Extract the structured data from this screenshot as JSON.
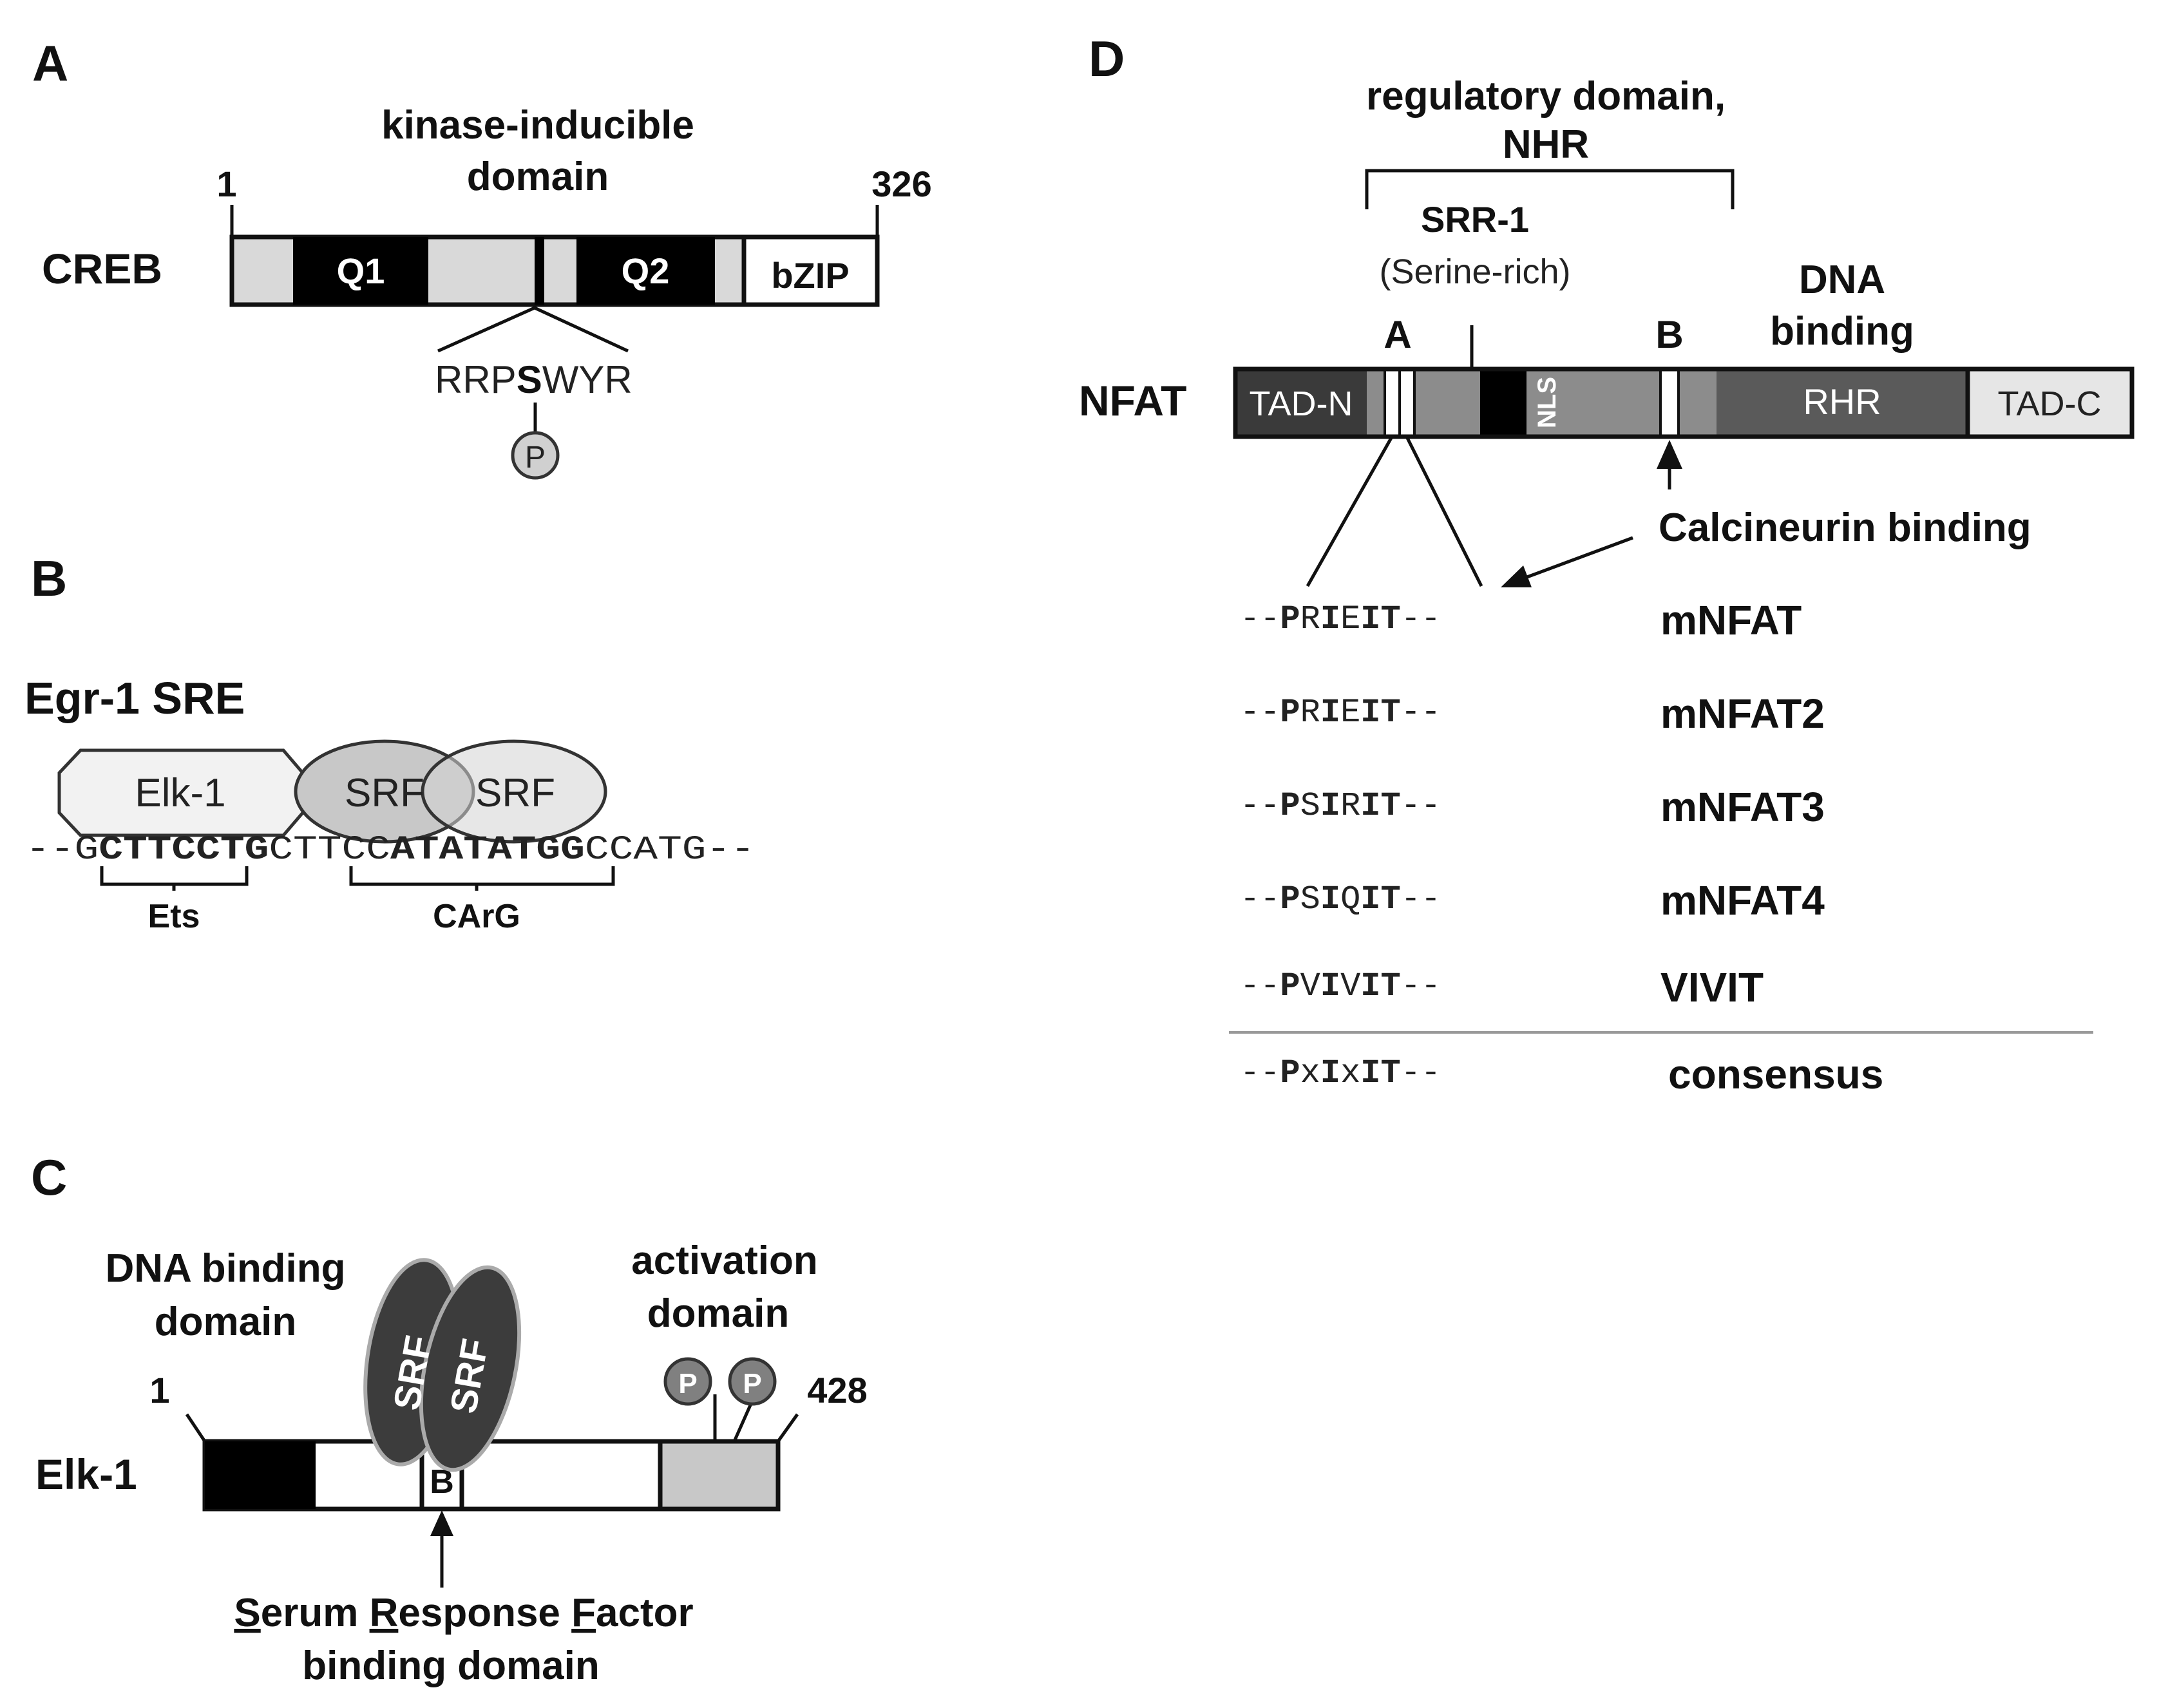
{
  "panelA": {
    "letter": "A",
    "title_line1": "kinase-inducible",
    "title_line2": "domain",
    "protein": "CREB",
    "start": "1",
    "end": "326",
    "seg_q1": "Q1",
    "seg_q2": "Q2",
    "seg_bzip": "bZIP",
    "motif_pre": "RRP",
    "motif_s": "S",
    "motif_post": "WYR",
    "phospho": "P"
  },
  "panelB": {
    "letter": "B",
    "title": "Egr-1 SRE",
    "elk": "Elk-1",
    "srf1": "SRF",
    "srf2": "SRF",
    "seq_prefix": "--",
    "seq_g1": "G",
    "seq_ets": "CTTCCTG",
    "seq_mid": "CTTC",
    "seq_c2": "C",
    "seq_carg": "ATATATGG",
    "seq_c3": "C",
    "seq_tail": "CATG--",
    "label_ets": "Ets",
    "label_carg": "CArG"
  },
  "panelC": {
    "letter": "C",
    "dbd_line1": "DNA binding",
    "dbd_line2": "domain",
    "act_line1": "activation",
    "act_line2": "domain",
    "protein": "Elk-1",
    "start": "1",
    "end": "428",
    "srf1": "SRF",
    "srf2": "SRF",
    "b_label": "B",
    "p1": "P",
    "p2": "P",
    "srf_line1_S": "S",
    "srf_line1_a": "erum ",
    "srf_line1_R": "R",
    "srf_line1_b": "esponse ",
    "srf_line1_F": "F",
    "srf_line1_c": "actor",
    "srf_line2": "binding domain"
  },
  "panelD": {
    "letter": "D",
    "reg_line1": "regulatory domain,",
    "reg_line2": "NHR",
    "srr_line1": "SRR-1",
    "srr_line2": "(Serine-rich)",
    "dna_line1": "DNA",
    "dna_line2": "binding",
    "label_a": "A",
    "label_b": "B",
    "protein": "NFAT",
    "tad_n": "TAD-N",
    "nls": "NLS",
    "rhr": "RHR",
    "tad_c": "TAD-C",
    "calcineurin": "Calcineurin binding",
    "sequences": [
      {
        "c1": "P",
        "c2": "R",
        "c3": "I",
        "c4": "E",
        "c5": "IT",
        "name": "mNFAT"
      },
      {
        "c1": "P",
        "c2": "R",
        "c3": "I",
        "c4": "E",
        "c5": "IT",
        "name": "mNFAT2"
      },
      {
        "c1": "P",
        "c2": "S",
        "c3": "I",
        "c4": "R",
        "c5": "IT",
        "name": "mNFAT3"
      },
      {
        "c1": "P",
        "c2": "S",
        "c3": "I",
        "c4": "Q",
        "c5": "IT",
        "name": "mNFAT4"
      },
      {
        "c1": "P",
        "c2": "V",
        "c3": "I",
        "c4": "V",
        "c5": "IT",
        "name": "VIVIT"
      }
    ],
    "consensus": {
      "c1": "P",
      "c2": "x",
      "c3": "I",
      "c4": "x",
      "c5": "IT",
      "name": "consensus"
    },
    "dashes": "--"
  }
}
